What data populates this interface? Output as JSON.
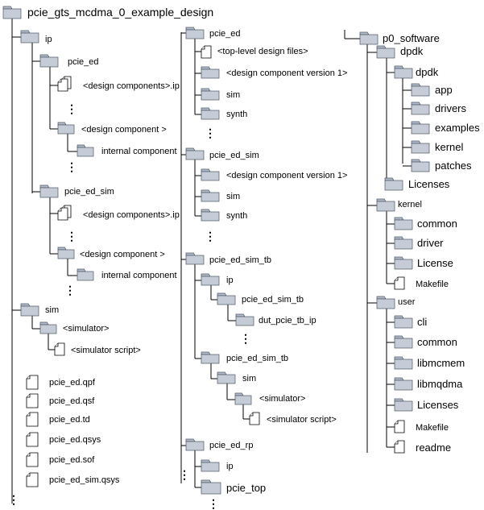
{
  "root": "pcie_gts_mcdma_0_example_design",
  "col1": {
    "ip": "ip",
    "pcie_ed": "pcie_ed",
    "design_components_ip": "<design components>.ip",
    "design_component": "<design component >",
    "internal_component": "internal component",
    "pcie_ed_sim": "pcie_ed_sim",
    "design_components_ip_2": "<design components>.ip",
    "design_component_2": "<design component >",
    "internal_component_2": "internal component",
    "sim": "sim",
    "simulator": "<simulator>",
    "simulator_script": "<simulator script>",
    "files": [
      "pcie_ed.qpf",
      "pcie_ed.qsf",
      "pcie_ed.td",
      "pcie_ed.qsys",
      "pcie_ed.sof",
      "pcie_ed_sim.qsys"
    ]
  },
  "col2": {
    "pcie_ed": "pcie_ed",
    "top_level_files": "<top-level design files>",
    "design_component_v1": "<design component version 1>",
    "sim": "sim",
    "synth": "synth",
    "pcie_ed_sim": "pcie_ed_sim",
    "design_component_v1_b": "<design component version 1>",
    "sim_b": "sim",
    "synth_b": "synth",
    "pcie_ed_sim_tb": "pcie_ed_sim_tb",
    "ip": "ip",
    "pcie_ed_sim_tb_inner": "pcie_ed_sim_tb",
    "dut": "dut_pcie_tb_ip",
    "pcie_ed_sim_tb_2": "pcie_ed_sim_tb",
    "sim_c": "sim",
    "simulator": "<simulator>",
    "simulator_script": "<simulator script>",
    "pcie_ed_rp": "pcie_ed_rp",
    "ip_b": "ip",
    "pcie_top": "pcie_top"
  },
  "col3": {
    "p0_software": "p0_software",
    "dpdk": "dpdk",
    "dpdk_inner": "dpdk",
    "app": "app",
    "drivers": "drivers",
    "examples": "examples",
    "kernel_dir": "kernel",
    "patches": "patches",
    "licenses": "Licenses",
    "kernel": "kernel",
    "common": "common",
    "driver": "driver",
    "license": "License",
    "makefile": "Makefile",
    "user": "user",
    "cli": "cli",
    "common_b": "common",
    "libmcmem": "libmcmem",
    "libmqdma": "libmqdma",
    "licenses_b": "Licenses",
    "makefile_b": "Makefile",
    "readme": "readme"
  },
  "ellipsis": "⋮"
}
